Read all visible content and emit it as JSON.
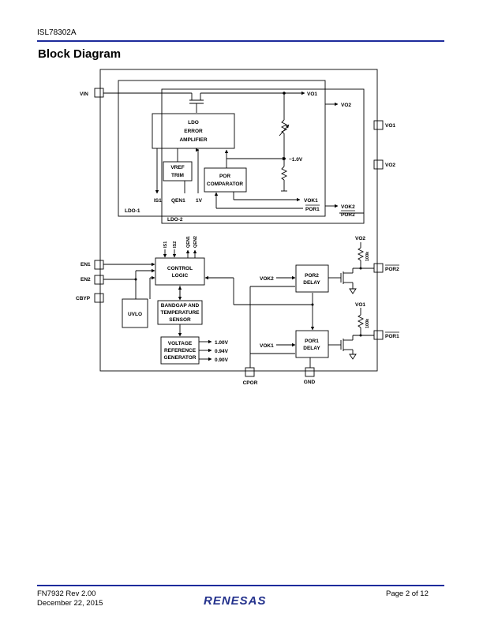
{
  "header": {
    "part_number": "ISL78302A"
  },
  "section_title": "Block Diagram",
  "diagram": {
    "ldo_block": {
      "line1": "LDO",
      "line2": "ERROR",
      "line3": "AMPLIFIER"
    },
    "vref_trim": {
      "line1": "VREF",
      "line2": "TRIM"
    },
    "por_comparator": {
      "line1": "POR",
      "line2": "COMPARATOR"
    },
    "ldo1_label": "LDO-1",
    "ldo2_label": "LDO-2",
    "control_logic": {
      "line1": "CONTROL",
      "line2": "LOGIC"
    },
    "uvlo": "UVLO",
    "bandgap": {
      "line1": "BANDGAP AND",
      "line2": "TEMPERATURE",
      "line3": "SENSOR"
    },
    "vref_gen": {
      "line1": "VOLTAGE",
      "line2": "REFERENCE",
      "line3": "GENERATOR"
    },
    "por2_delay": {
      "line1": "POR2",
      "line2": "DELAY"
    },
    "por1_delay": {
      "line1": "POR1",
      "line2": "DELAY"
    },
    "pins": {
      "vin": "VIN",
      "vo1": "VO1",
      "vo2": "VO2",
      "en1": "EN1",
      "en2": "EN2",
      "cbyp": "CBYP",
      "por2": "POR2",
      "por1": "POR1",
      "cpor": "CPOR",
      "gnd": "GND"
    },
    "signals": {
      "vo1": "VO1",
      "vo2": "VO2",
      "v1_0": "~1.0V",
      "vok1": "VOK1",
      "vok2": "VOK2",
      "por1": "POR1",
      "por2": "POR2",
      "is1": "IS1",
      "qen1": "QEN1",
      "v1": "1V",
      "is1_top": "IS1",
      "is2_top": "IS2",
      "qen1_top": "QEN1",
      "qen2_top": "QEN2",
      "v1_00": "1.00V",
      "v0_94": "0.94V",
      "v0_90": "0.90V",
      "vok2_in": "VOK2",
      "vok1_in": "VOK1",
      "pullup_vo2": "VO2",
      "pullup_vo1": "VO1",
      "res_100k_a": "100k",
      "res_100k_b": "100k"
    }
  },
  "footer": {
    "doc_number": "FN7932  Rev 2.00",
    "date": "December 22, 2015",
    "page": "Page 2 of 12",
    "logo_text": "RENESAS"
  }
}
